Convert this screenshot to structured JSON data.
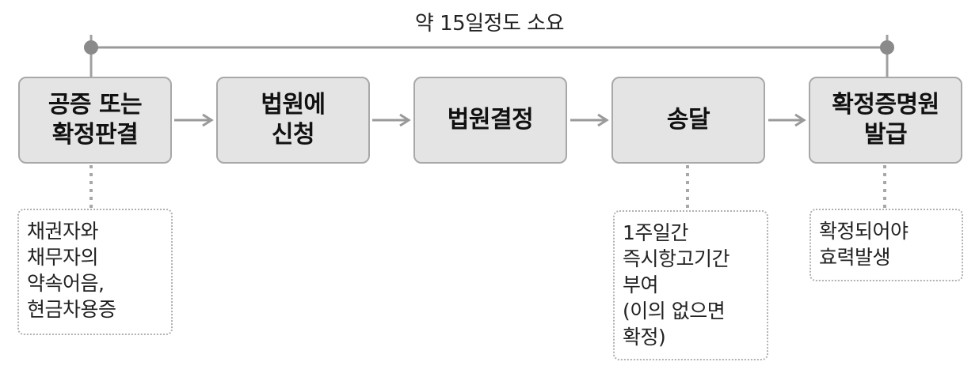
{
  "timeline": {
    "label": "약 15일정도 소요"
  },
  "steps": [
    {
      "label": "공증 또는\n확정판결"
    },
    {
      "label": "법원에\n신청"
    },
    {
      "label": "법원결정"
    },
    {
      "label": "송달"
    },
    {
      "label": "확정증명원\n발급"
    }
  ],
  "notes": [
    {
      "step": "공증 또는 확정판결",
      "text": "채권자와\n채무자의\n약속어음,\n현금차용증"
    },
    {
      "step": "송달",
      "text": "1주일간\n즉시항고기간\n부여\n(이의 없으면\n확정)"
    },
    {
      "step": "확정증명원 발급",
      "text": "확정되어야\n효력발생"
    }
  ],
  "colors": {
    "box_fill": "#e4e4e4",
    "box_border": "#a8a8a8",
    "connector": "#9a9a9a",
    "dot_border": "#b0b0b0"
  }
}
